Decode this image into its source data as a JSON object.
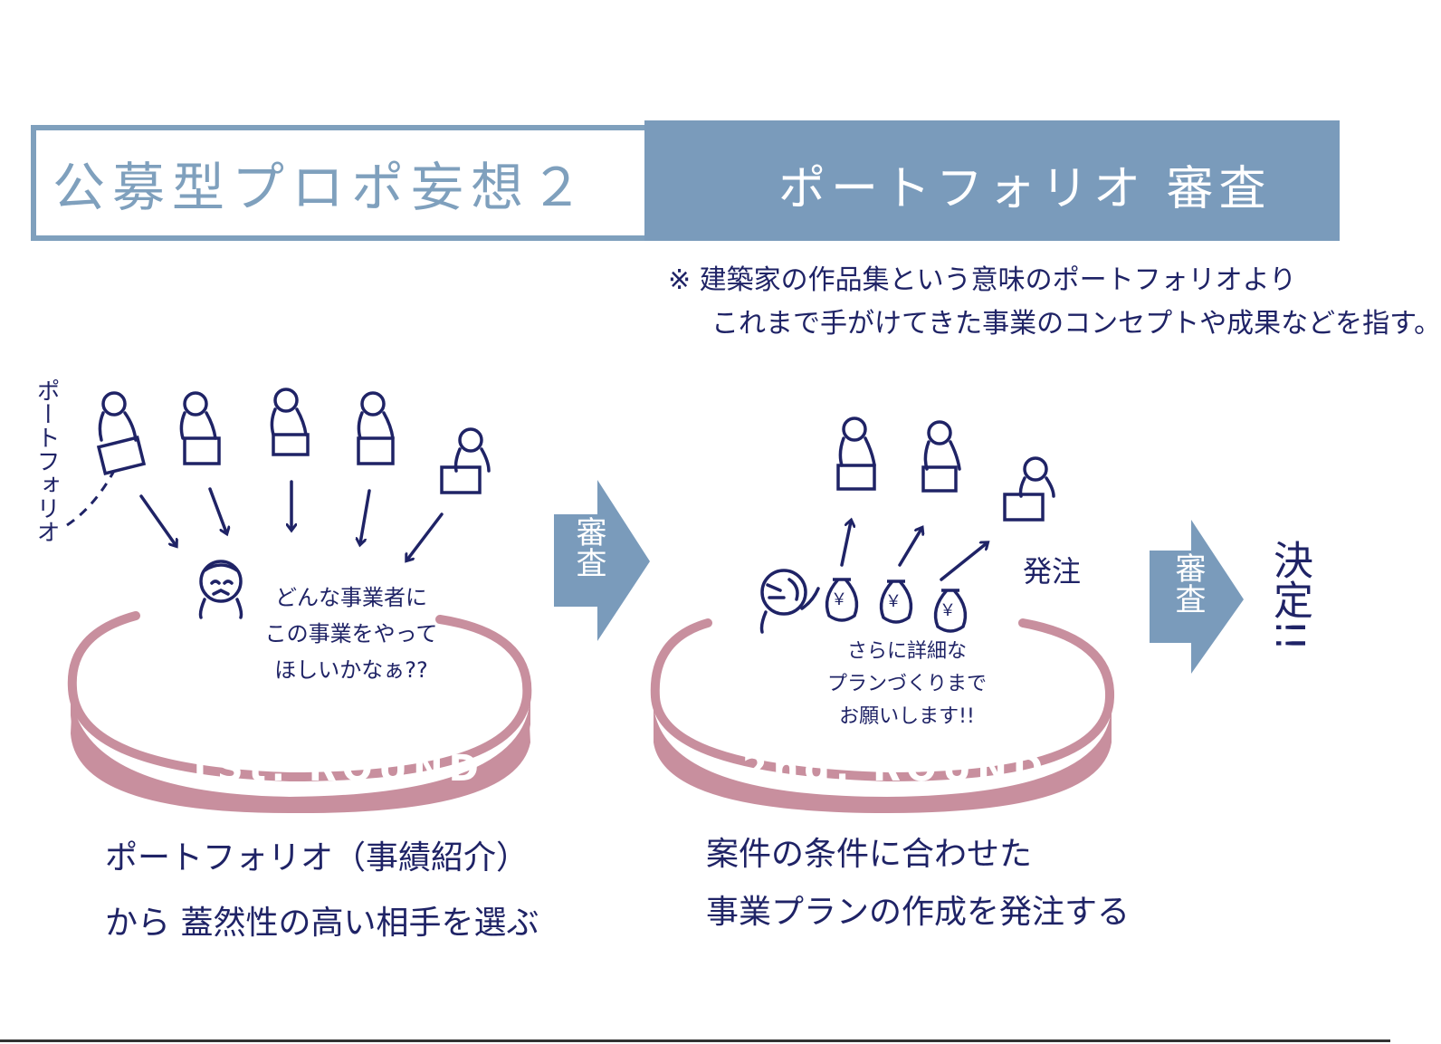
{
  "header": {
    "title": "公募型プロポ妄想２",
    "band_title": "ポートフォリオ 審査",
    "note_line1": "※ 建築家の作品集という意味のポートフォリオより",
    "note_line2": "これまで手がけてきた事業のコンセプトや成果などを指す。"
  },
  "round1": {
    "side_label": "ポートフォリオ",
    "speech": [
      "どんな事業者に",
      "この事業をやって",
      "ほしいかなぁ??"
    ],
    "band_label": "1St. ROUND",
    "caption_line1": "ポートフォリオ（事績紹介）",
    "caption_line2": "から 蓋然性の高い相手を選ぶ"
  },
  "arrow1_label": "審査",
  "round2": {
    "speech": [
      "さらに詳細な",
      "プランづくりまで",
      "お願いします!!"
    ],
    "order_label": "発注",
    "coin_symbol": "￥",
    "band_label": "2nd. ROUND",
    "caption_line1": "案件の条件に合わせた",
    "caption_line2": "事業プランの作成を発注する"
  },
  "arrow2_label": "審査",
  "decision": "決定!!",
  "colors": {
    "navy": "#1f2366",
    "slate_blue": "#7a9bbb",
    "rose": "#c88f9e"
  }
}
